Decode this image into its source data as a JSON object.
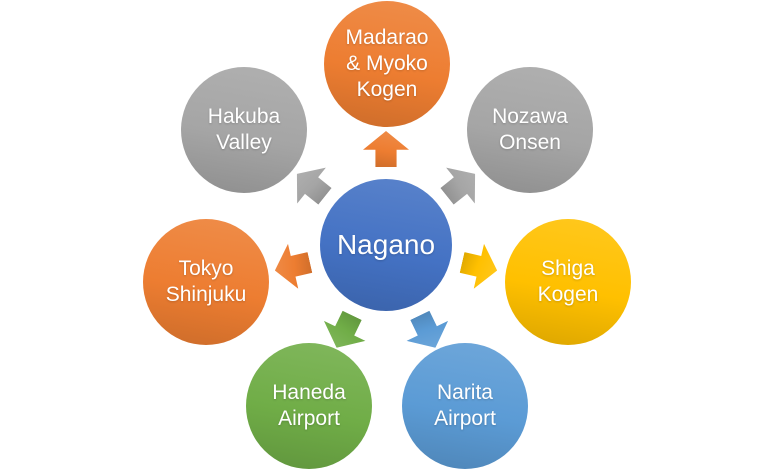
{
  "canvas": {
    "background_color": "#FFFFFF",
    "text_color": "#FFFFFF"
  },
  "diagram": {
    "type": "radial-cluster",
    "center": {
      "id": "nagano",
      "label": "Nagano",
      "color": "#4472C4"
    },
    "nodes": [
      {
        "id": "madarao-myoko-kogen",
        "label": "Madarao\n& Myoko\nKogen",
        "color": "#ED7D31"
      },
      {
        "id": "nozawa-onsen",
        "label": "Nozawa\nOnsen",
        "color": "#A5A5A5"
      },
      {
        "id": "shiga-kogen",
        "label": "Shiga\nKogen",
        "color": "#FFC000"
      },
      {
        "id": "narita-airport",
        "label": "Narita\nAirport",
        "color": "#5B9BD5"
      },
      {
        "id": "haneda-airport",
        "label": "Haneda\nAirport",
        "color": "#70AD47"
      },
      {
        "id": "tokyo-shinjuku",
        "label": "Tokyo\nShinjuku",
        "color": "#ED7D31"
      },
      {
        "id": "hakuba-valley",
        "label": "Hakuba\nValley",
        "color": "#A5A5A5"
      }
    ]
  }
}
